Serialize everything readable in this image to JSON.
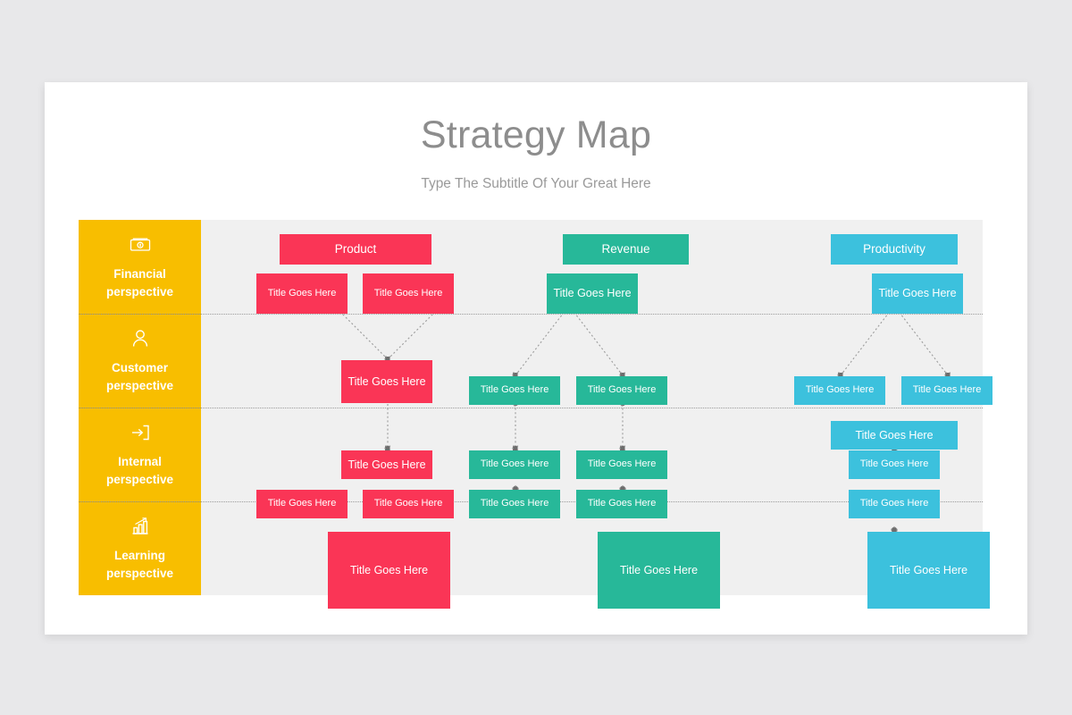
{
  "slide": {
    "title": "Strategy Map",
    "subtitle": "Type The Subtitle Of Your Great Here"
  },
  "colors": {
    "accent_yellow": "#F8BE00",
    "column_red": "#FA3556",
    "column_green": "#27B899",
    "column_blue": "#3CC1DD",
    "grid_background": "#F0F0F0",
    "slide_background": "#FFFFFF",
    "page_background": "#E8E8EA",
    "title_text": "#8D8D8D",
    "subtitle_text": "#9A9A9A",
    "connector": "#9B9B9B"
  },
  "perspectives": [
    {
      "label": "Financial\nperspective",
      "line1": "Financial",
      "line2": "perspective",
      "icon": "money-icon"
    },
    {
      "label": "Customer\nperspective",
      "line1": "Customer",
      "line2": "perspective",
      "icon": "person-icon"
    },
    {
      "label": "Internal\nperspective",
      "line1": "Internal",
      "line2": "perspective",
      "icon": "login-arrow-icon"
    },
    {
      "label": "Learning\nperspective",
      "line1": "Learning",
      "line2": "perspective",
      "icon": "growth-chart-icon"
    }
  ],
  "columns": [
    {
      "name": "Product",
      "color": "#FA3556"
    },
    {
      "name": "Revenue",
      "color": "#27B899"
    },
    {
      "name": "Productivity",
      "color": "#3CC1DD"
    }
  ],
  "default_node_label": "Title Goes Here",
  "nodes": {
    "financial": {
      "headers": [
        "Product",
        "Revenue",
        "Productivity"
      ],
      "red": [
        "Title Goes Here",
        "Title Goes Here"
      ],
      "green": [
        "Title Goes Here"
      ],
      "blue": [
        "Title Goes Here"
      ]
    },
    "customer": {
      "red": [
        "Title Goes Here"
      ],
      "green": [
        "Title Goes Here",
        "Title Goes Here"
      ],
      "blue": [
        "Title Goes Here",
        "Title Goes Here",
        "Title Goes Here"
      ]
    },
    "internal": {
      "red": [
        "Title Goes Here",
        "Title Goes Here",
        "Title Goes Here"
      ],
      "green": [
        "Title Goes Here",
        "Title Goes Here",
        "Title Goes Here",
        "Title Goes Here"
      ],
      "blue": [
        "Title Goes Here",
        "Title Goes Here"
      ]
    },
    "learning": {
      "red": [
        "Title Goes Here"
      ],
      "green": [
        "Title Goes Here"
      ],
      "blue": [
        "Title Goes Here"
      ]
    }
  }
}
